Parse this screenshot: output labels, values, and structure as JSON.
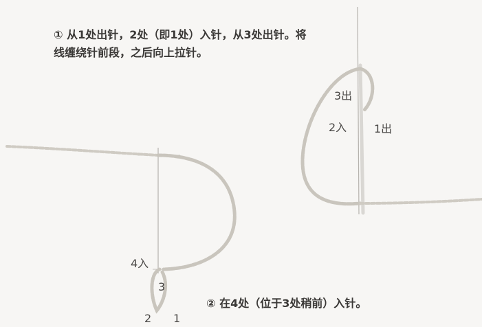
{
  "colors": {
    "paper": "#f7f6f4",
    "text": "#3a3836",
    "yarn": "#c9c5bd",
    "guide": "#b5b2ad",
    "needle": "#d9d7d3"
  },
  "instructions": {
    "step1": "① 从1处出针，2处（即1处）入针，从3处出针。将线缠绕针前段，之后向上拉针。",
    "step2": "② 在4处（位于3处稍前）入针。"
  },
  "labels": {
    "right": {
      "p3": "3出",
      "p2": "2入",
      "p1": "1出"
    },
    "left": {
      "p4": "4入",
      "p3": "3",
      "p2": "2",
      "p1": "1"
    }
  }
}
